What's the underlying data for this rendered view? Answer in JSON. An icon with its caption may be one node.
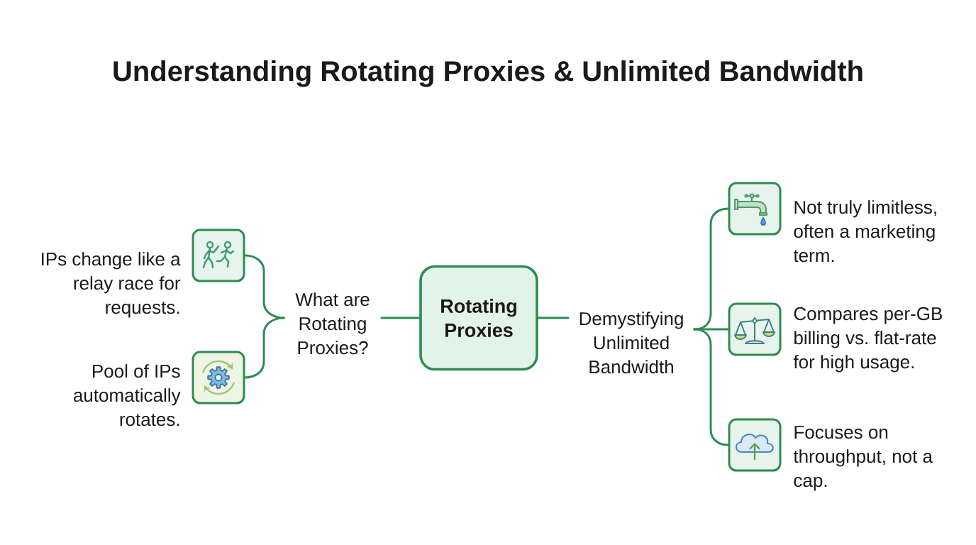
{
  "diagram": {
    "title": "Understanding Rotating Proxies & Unlimited Bandwidth",
    "nodes": [
      {
        "text": [],
        "shape": "picture",
        "beside": [
          "IPs change like a relay race for requests."
        ]
      },
      {
        "text": [],
        "shape": "picture",
        "beside": [
          "Pool of IPs automatically rotates."
        ]
      },
      {
        "text": [
          "What are Rotating Proxies?"
        ]
      },
      {
        "text": [
          "Rotating Proxies"
        ]
      },
      {
        "text": [
          "Demystifying Unlimited Bandwidth"
        ]
      },
      {
        "text": [],
        "shape": "picture",
        "beside": [
          "Not truly limitless, often a marketing term."
        ]
      },
      {
        "text": [],
        "shape": "picture",
        "beside": [
          "Compares per-GB billing vs. flat-rate for high usage."
        ]
      },
      {
        "text": [],
        "shape": "picture",
        "beside": [
          "Focuses on throughput, not a cap."
        ]
      }
    ],
    "edges": [
      {
        "from": 3,
        "to": 2,
        "arrow": "none"
      },
      {
        "from": 3,
        "to": 4,
        "arrow": "none"
      },
      {
        "from": 2,
        "to": 0,
        "arrow": "none"
      },
      {
        "from": 2,
        "to": 1,
        "arrow": "none"
      },
      {
        "from": 4,
        "to": 5,
        "arrow": "none"
      },
      {
        "from": 4,
        "to": 6,
        "arrow": "none"
      },
      {
        "from": 4,
        "to": 7,
        "arrow": "none"
      }
    ]
  }
}
